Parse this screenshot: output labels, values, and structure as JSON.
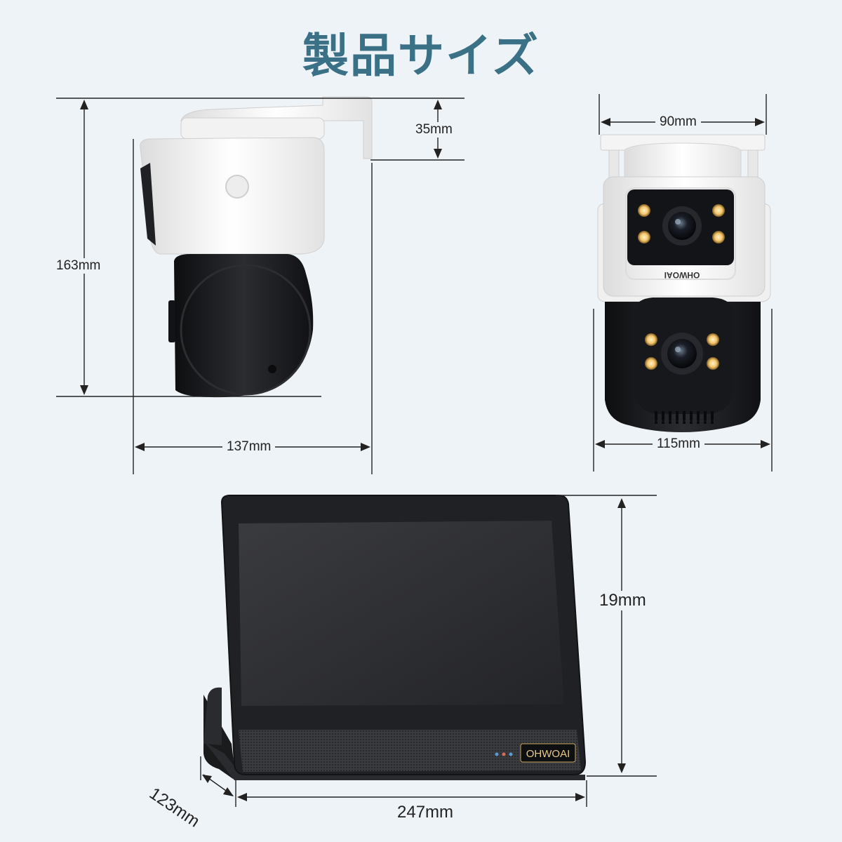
{
  "title": "製品サイズ",
  "dimensions": {
    "cam1_height": "163mm",
    "cam1_bracket": "35mm",
    "cam1_width": "137mm",
    "cam2_top": "90mm",
    "cam2_bottom": "115mm",
    "monitor_height": "19mm",
    "monitor_depth": "123mm",
    "monitor_width": "247mm"
  },
  "brand": {
    "camera_logo": "OHWOAI",
    "monitor_logo": "OHWOAI"
  },
  "colors": {
    "background": "#eef3f7",
    "title": "#3a7186",
    "device_dark": "#1c1d20",
    "device_light": "#f4f4f4",
    "led": "#f3c46a"
  }
}
